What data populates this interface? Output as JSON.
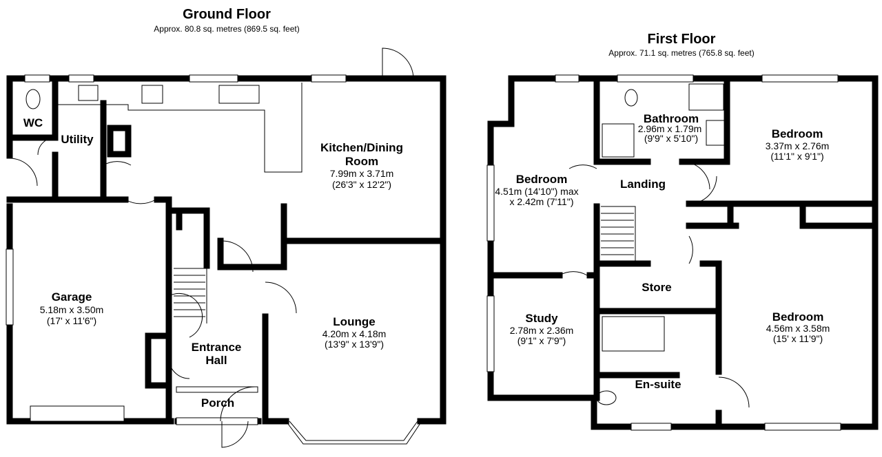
{
  "ground_floor": {
    "title": "Ground Floor",
    "area": "Approx. 80.8 sq. metres (869.5 sq. feet)",
    "rooms": {
      "wc": {
        "name": "WC"
      },
      "utility": {
        "name": "Utility"
      },
      "kitchen": {
        "name_1": "Kitchen/Dining",
        "name_2": "Room",
        "dim_m": "7.99m x 3.71m",
        "dim_ft": "(26'3\" x 12'2\")"
      },
      "garage": {
        "name": "Garage",
        "dim_m": "5.18m x 3.50m",
        "dim_ft": "(17' x 11'6\")"
      },
      "lounge": {
        "name": "Lounge",
        "dim_m": "4.20m x 4.18m",
        "dim_ft": "(13'9\" x 13'9\")"
      },
      "hall": {
        "name_1": "Entrance",
        "name_2": "Hall"
      },
      "porch": {
        "name": "Porch"
      }
    }
  },
  "first_floor": {
    "title": "First Floor",
    "area": "Approx. 71.1 sq. metres (765.8 sq. feet)",
    "rooms": {
      "bathroom": {
        "name": "Bathroom",
        "dim_m": "2.96m x 1.79m",
        "dim_ft": "(9'9\" x 5'10\")"
      },
      "bedroom_right": {
        "name": "Bedroom",
        "dim_m": "3.37m x 2.76m",
        "dim_ft": "(11'1\" x 9'1\")"
      },
      "bedroom_left": {
        "name": "Bedroom",
        "dim_1": "4.51m (14'10\") max",
        "dim_2": "x 2.42m (7'11\")"
      },
      "landing": {
        "name": "Landing"
      },
      "store": {
        "name": "Store"
      },
      "study": {
        "name": "Study",
        "dim_m": "2.78m x 2.36m",
        "dim_ft": "(9'1\" x 7'9\")"
      },
      "bedroom_main": {
        "name": "Bedroom",
        "dim_m": "4.56m x 3.58m",
        "dim_ft": "(15' x 11'9\")"
      },
      "ensuite": {
        "name": "En-suite"
      }
    }
  }
}
